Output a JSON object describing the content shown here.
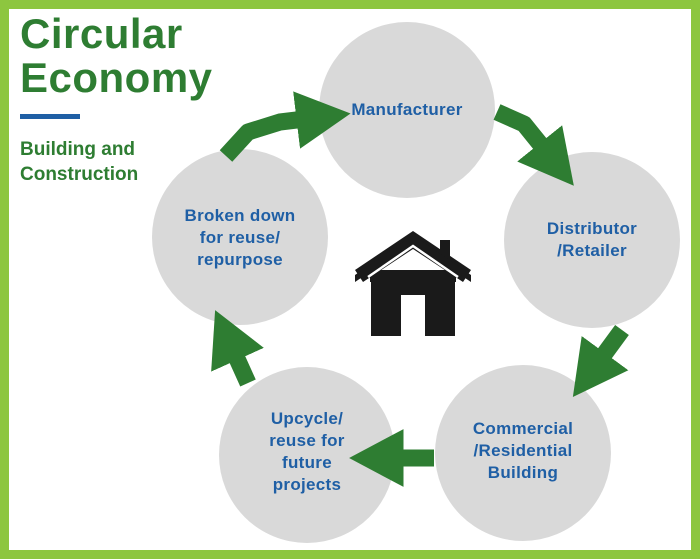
{
  "header": {
    "title_line1": "Circular",
    "title_line2": "Economy",
    "subtitle_line1": "Building and",
    "subtitle_line2": "Construction"
  },
  "cycle": {
    "nodes": [
      {
        "id": "manufacturer",
        "lines": [
          "Manufacturer"
        ]
      },
      {
        "id": "distributor",
        "lines": [
          "Distributor",
          "/Retailer"
        ]
      },
      {
        "id": "building",
        "lines": [
          "Commercial",
          "/Residential",
          "Building"
        ]
      },
      {
        "id": "upcycle",
        "lines": [
          "Upcycle/",
          "reuse for",
          "future",
          "projects"
        ]
      },
      {
        "id": "broken-down",
        "lines": [
          "Broken down",
          "for reuse/",
          "repurpose"
        ]
      }
    ]
  },
  "colors": {
    "border": "#8dc63f",
    "title": "#2e7d32",
    "accent_rule": "#1f5fa5",
    "node_fill": "#d9d9d9",
    "node_text": "#1f5fa5",
    "arrow": "#2e7d32",
    "house": "#1a1a1a"
  },
  "center_icon": "house-icon"
}
